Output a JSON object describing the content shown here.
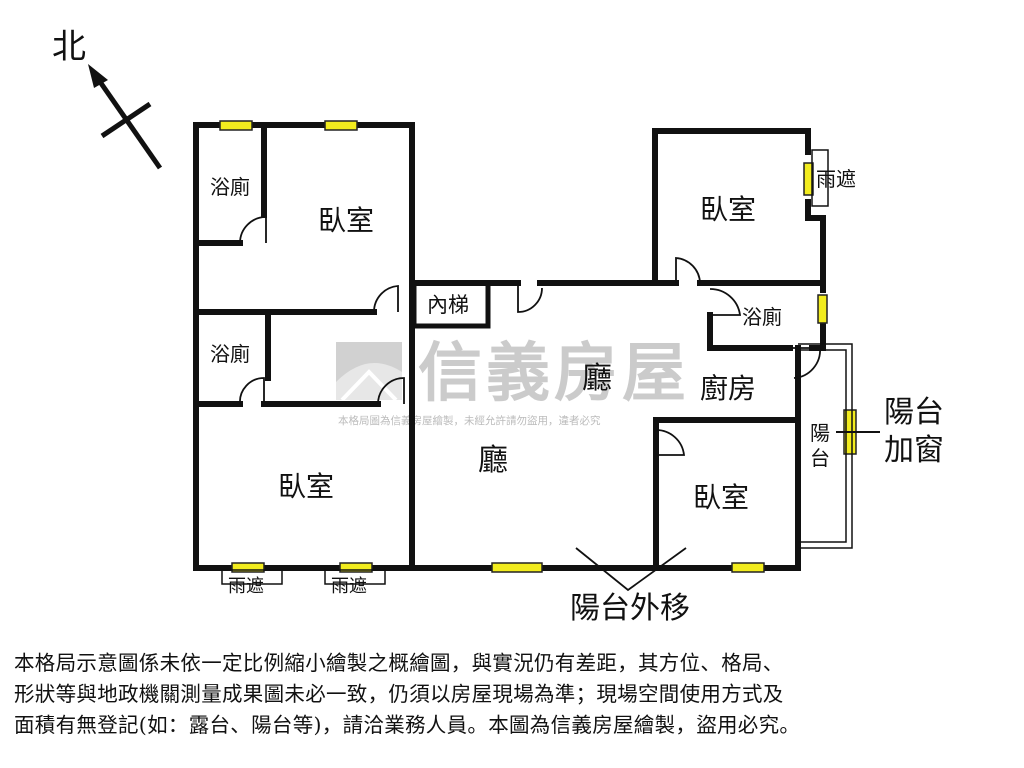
{
  "compass": {
    "label": "北"
  },
  "rooms": {
    "bath_top_left": "浴廁",
    "bedroom_top_left": "臥室",
    "inner_stair": "內梯",
    "bath_mid_left": "浴廁",
    "living_upper": "廳",
    "living_lower": "廳",
    "bedroom_bottom_left": "臥室",
    "bedroom_top_right": "臥室",
    "bath_right": "浴廁",
    "kitchen": "廚房",
    "balcony_inner": [
      "陽",
      "台"
    ],
    "bedroom_bottom_right": "臥室"
  },
  "annotations": {
    "rain_shelter_right": "雨遮",
    "rain_shelter_bottom_1": "雨遮",
    "rain_shelter_bottom_2": "雨遮",
    "balcony_window": [
      "陽台",
      "加窗"
    ],
    "balcony_extend": "陽台外移"
  },
  "watermark": {
    "brand": "信義房屋",
    "notice": "本格局圖為信義房屋繪製，未經允許請勿盜用，違者必究"
  },
  "disclaimer": [
    "本格局示意圖係未依一定比例縮小繪製之概繪圖，與實況仍有差距，其方位、格局、",
    "形狀等與地政機關測量成果圖未必一致，仍須以房屋現場為準；現場空間使用方式及",
    "面積有無登記(如：露台、陽台等)，請洽業務人員。本圖為信義房屋繪製，盜用必究。"
  ],
  "colors": {
    "wall": "#111111",
    "window": "#f2ec1e",
    "watermark": "#c9c9c9"
  }
}
